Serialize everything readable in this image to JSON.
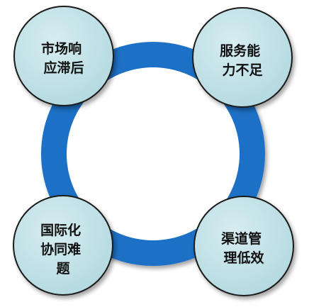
{
  "diagram": {
    "colors": {
      "ring": "#1f6fc5",
      "ring_highlight": "#3c8fe0",
      "node_fill": "#bfe0e6",
      "node_stroke": "#1a1a1a",
      "text": "#111111"
    },
    "nodes": [
      {
        "id": "top-left",
        "lines": [
          "市场响",
          "应滞后"
        ]
      },
      {
        "id": "top-right",
        "lines": [
          "服务能",
          "力不足"
        ]
      },
      {
        "id": "bottom-left",
        "lines": [
          "国际化",
          "协同难",
          "题"
        ]
      },
      {
        "id": "bottom-right",
        "lines": [
          "渠道管",
          "理低效"
        ]
      }
    ]
  }
}
